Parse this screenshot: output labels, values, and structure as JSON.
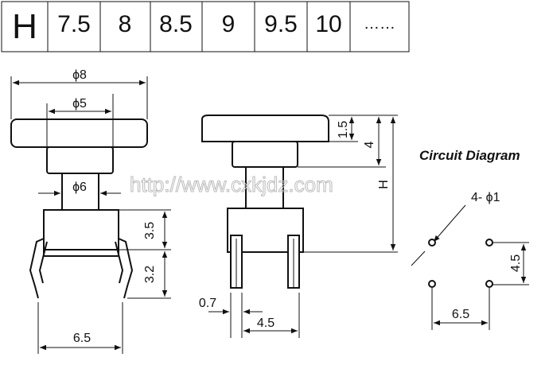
{
  "table": {
    "header": "H",
    "values": [
      "7.5",
      "8",
      "8.5",
      "9",
      "9.5",
      "10",
      "……"
    ]
  },
  "front_view": {
    "phi8": "ϕ8",
    "phi5": "ϕ5",
    "phi6": "ϕ6",
    "dim_35": "3.5",
    "dim_32": "3.2",
    "dim_65": "6.5"
  },
  "side_view": {
    "dim_15": "1.5",
    "dim_4": "4",
    "dim_h": "H",
    "dim_07": "0.7",
    "dim_45": "4.5"
  },
  "circuit": {
    "title": "Circuit Diagram",
    "holes": "4- ϕ1",
    "dim_45": "4.5",
    "dim_65": "6.5"
  },
  "watermark": "http://www.cxkjdz.com"
}
